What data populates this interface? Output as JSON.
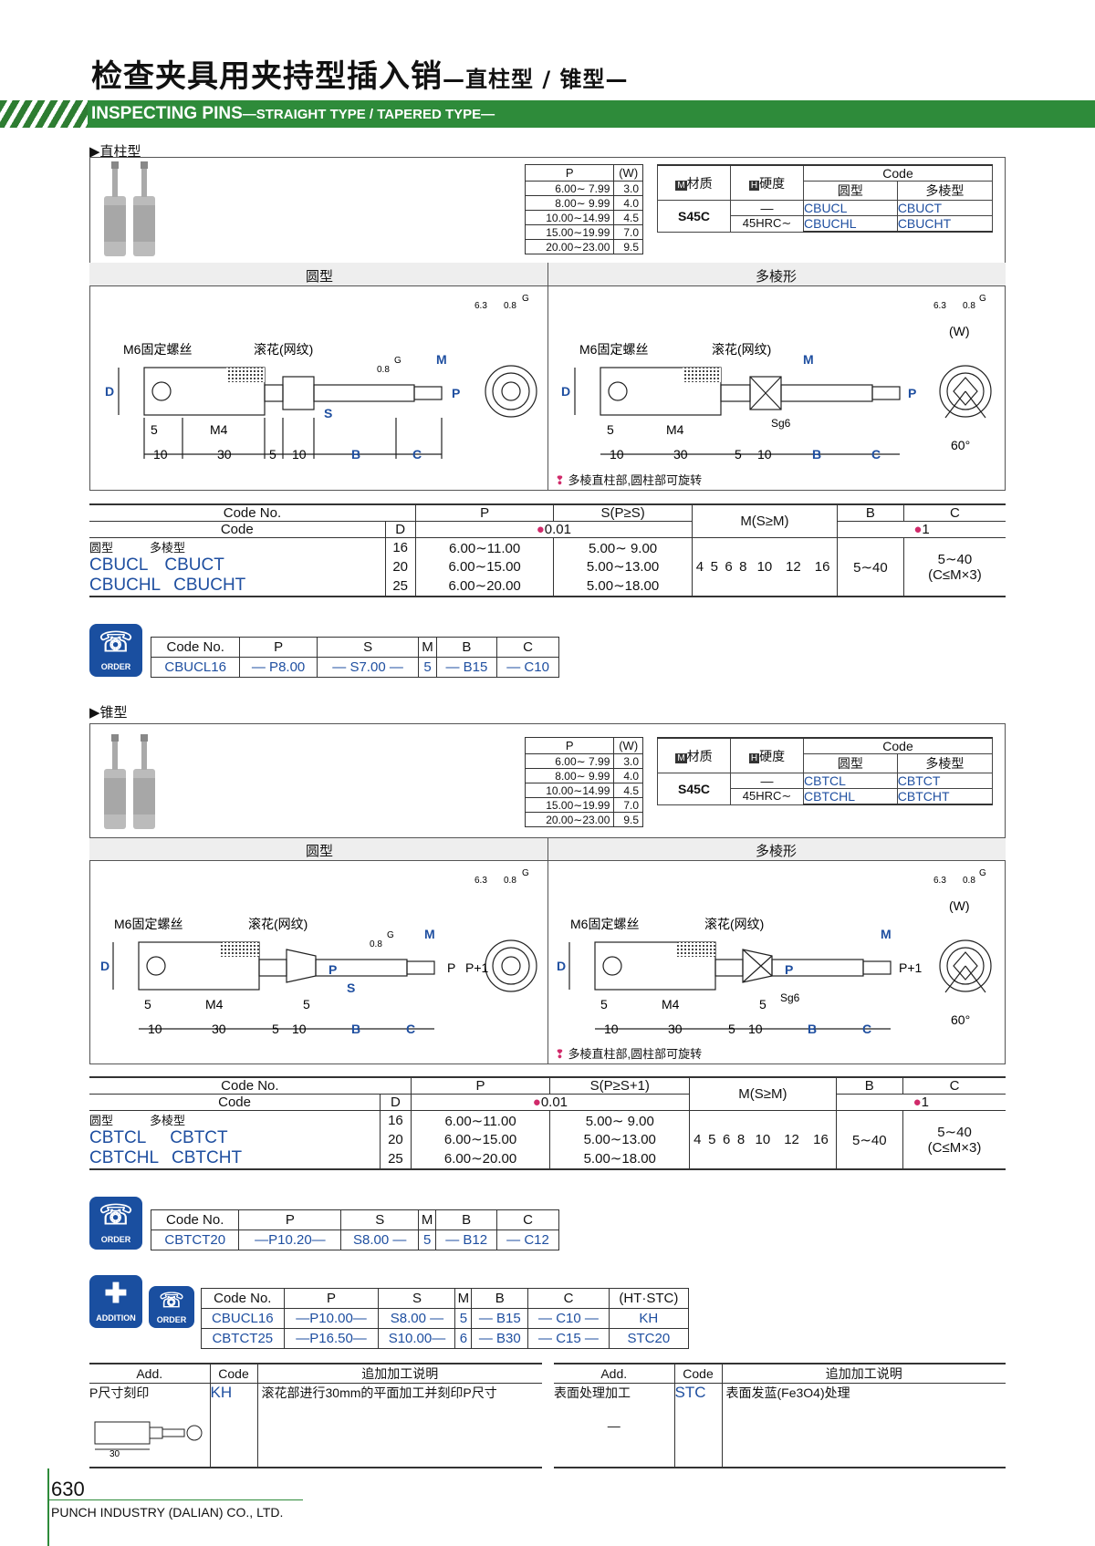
{
  "title_cn": "检查夹具用夹持型插入销",
  "title_cn_sub": "—直柱型 / 锥型—",
  "title_en": "INSPECTING PINS",
  "title_en_sub": "—STRAIGHT  TYPE / TAPERED TYPE—",
  "sections": {
    "straight": "▶直柱型",
    "tapered": "▶锥型"
  },
  "pw_table": {
    "headers": [
      "P",
      "(W)"
    ],
    "rows": [
      [
        "6.00∼  7.99",
        "3.0"
      ],
      [
        "8.00∼  9.99",
        "4.0"
      ],
      [
        "10.00∼14.99",
        "4.5"
      ],
      [
        "15.00∼19.99",
        "7.0"
      ],
      [
        "20.00∼23.00",
        "9.5"
      ]
    ]
  },
  "spec": {
    "material_label": "材质",
    "hardness_label": "硬度",
    "code_label": "Code",
    "round_label": "圆型",
    "poly_label": "多棱型",
    "material": "S45C",
    "hardness": [
      "—",
      "45HRC∼"
    ]
  },
  "codes_straight": [
    [
      "CBUCL",
      "CBUCT"
    ],
    [
      "CBUCHL",
      "CBUCHT"
    ]
  ],
  "codes_tapered": [
    [
      "CBTCL",
      "CBTCT"
    ],
    [
      "CBTCHL",
      "CBTCHT"
    ]
  ],
  "panels": {
    "round": "圆型",
    "poly": "多棱形"
  },
  "drawing": {
    "m6": "M6固定螺丝",
    "knurl": "滚花(网纹)",
    "m4": "M4",
    "D": "D",
    "P": "P",
    "S": "S",
    "M": "M",
    "Sg6": "Sg6",
    "G": "G",
    "r08": "0.8",
    "r63": "6.3",
    "W": "(W)",
    "angle": "60°",
    "PP1": "P+1",
    "dims": [
      "10",
      "30",
      "5",
      "10",
      "B",
      "C"
    ],
    "dim5": "5",
    "note": "多棱直柱部,圆柱部可旋转"
  },
  "dims_table": {
    "codeno": "Code No.",
    "code": "Code",
    "D": "D",
    "P": "P",
    "S_straight": "S(P≥S)",
    "S_tapered": "S(P≥S+1)",
    "M": "M(S≥M)",
    "B": "B",
    "C": "C",
    "tol_p": "0.01",
    "tol_b": "1",
    "round": "圆型",
    "poly": "多棱型",
    "D_vals": [
      "16",
      "20",
      "25"
    ],
    "P_vals": [
      "6.00∼11.00",
      "6.00∼15.00",
      "6.00∼20.00"
    ],
    "S_vals": [
      "5.00∼  9.00",
      "5.00∼13.00",
      "5.00∼18.00"
    ],
    "M_vals": [
      "4",
      "5",
      "6",
      "8",
      "10",
      "12",
      "16"
    ],
    "B_val": "5∼40",
    "C_val": "5∼40",
    "C_note": "(C≤M×3)"
  },
  "order_label": "ORDER",
  "addition_label": "ADDITION",
  "order_straight": {
    "headers": [
      "Code No.",
      "P",
      "S",
      "M",
      "B",
      "C"
    ],
    "values": [
      "CBUCL16",
      "— P8.00",
      "— S7.00 —",
      "5",
      "— B15",
      "— C10"
    ]
  },
  "order_tapered": {
    "headers": [
      "Code No.",
      "P",
      "S",
      "M",
      "B",
      "C"
    ],
    "values": [
      "CBTCT20",
      "—P10.20—",
      "S8.00 —",
      "5",
      "— B12",
      "— C12"
    ]
  },
  "addition_order": {
    "headers": [
      "Code No.",
      "P",
      "S",
      "M",
      "B",
      "C",
      "(HT·STC)"
    ],
    "rows": [
      [
        "CBUCL16",
        "—P10.00—",
        "S8.00 —",
        "5",
        "— B15",
        "— C10 —",
        "KH"
      ],
      [
        "CBTCT25",
        "—P16.50—",
        "S10.00—",
        "6",
        "— B30",
        "— C15 —",
        "STC20"
      ]
    ]
  },
  "add_table": {
    "headers": [
      "Add.",
      "Code",
      "追加加工说明"
    ],
    "left": {
      "add": "P尺寸刻印",
      "code": "KH",
      "desc": "滚花部进行30mm的平面加工并刻印P尺寸",
      "dim": "30"
    },
    "right": {
      "add": "表面处理加工",
      "code": "STC",
      "desc": "表面发蓝(Fe3O4)处理",
      "dash": "—"
    }
  },
  "page_num": "630",
  "company": "PUNCH INDUSTRY (DALIAN) CO., LTD."
}
